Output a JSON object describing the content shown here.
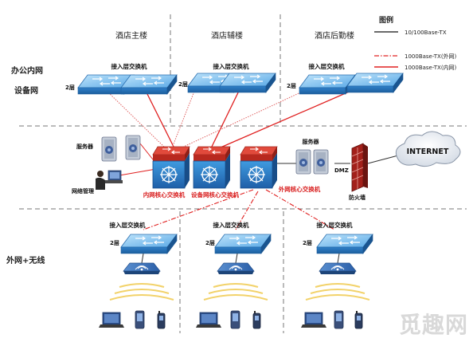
{
  "buildings": [
    "酒店主楼",
    "酒店辅楼",
    "酒店后勤楼"
  ],
  "zones": {
    "office_intranet": "办公内网",
    "device_network": "设备网",
    "external_wireless": "外网+无线"
  },
  "legend": {
    "title": "图例",
    "items": [
      {
        "label": "10/100Base-TX",
        "style": "solid-black"
      },
      {
        "label": "1000Base-TX(外网)",
        "style": "dash-dot-red"
      },
      {
        "label": "1000Base-TX(内网)",
        "style": "solid-red"
      }
    ]
  },
  "access_switch_label": "接入层交换机",
  "layer2_label": "2层",
  "server_label": "服务器",
  "netadmin_label": "网络管理",
  "core_switches": [
    "内网核心交换机",
    "设备网核心交换机",
    "外网核心交换机"
  ],
  "dmz_label": "DMZ",
  "firewall_label": "防火墙",
  "internet_label": "INTERNET",
  "watermark": "觅趣网",
  "colors": {
    "switch_blue": "#3c8fd4",
    "core_red": "#d9362b",
    "link_red": "#e02020",
    "divider": "#777777"
  }
}
